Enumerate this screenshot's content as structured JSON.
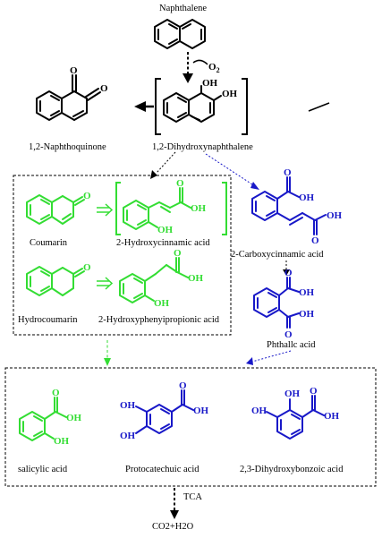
{
  "colors": {
    "black": "#000000",
    "green": "#33dd33",
    "blue": "#1818c8"
  },
  "labels": {
    "naphthalene": "Naphthalene",
    "o2": "O2",
    "naphthoquinone": "1,2-Naphthoquinone",
    "dihydroxynaphthalene": "1,2-Dihydroxynaphthalene",
    "coumarin": "Coumarin",
    "hydroxycinnamic": "2-Hydroxycinnamic acid",
    "carboxycinnamic": "2-Carboxycinnamic acid",
    "hydrocoumarin": "Hydrocoumarin",
    "hydroxyphenylpropionic": "2-Hydroxyphenyipropionic acid",
    "phthalic": "Phthallc acid",
    "salicylic": "salicylic acid",
    "protocatechuic": "Protocatechuic acid",
    "dihydroxybenzoic": "2,3-Dihydroxybonzoic acid",
    "tca": "TCA",
    "products": "CO2+H2O"
  },
  "atoms": {
    "oh": "OH",
    "o": "O"
  }
}
